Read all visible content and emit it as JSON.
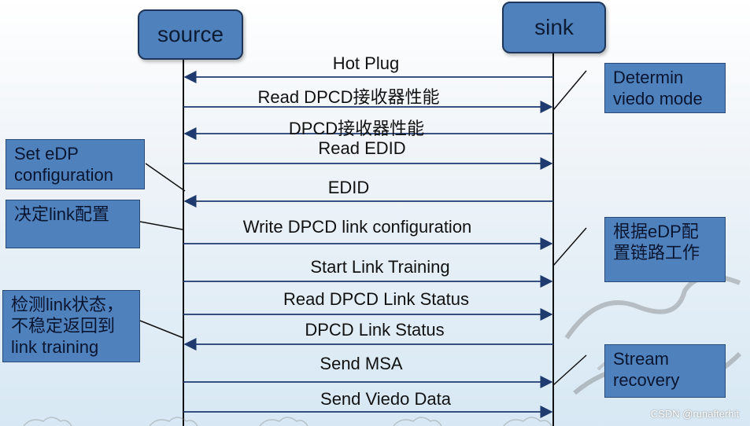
{
  "lifelines": {
    "source": "source",
    "sink": "sink"
  },
  "messages": [
    {
      "label": "Hot Plug",
      "direction": "sink-to-source"
    },
    {
      "label": "Read DPCD接收器性能",
      "direction": "source-to-sink"
    },
    {
      "label": "DPCD接收器性能",
      "direction": "sink-to-source"
    },
    {
      "label": "Read EDID",
      "direction": "source-to-sink"
    },
    {
      "label": "EDID",
      "direction": "sink-to-source"
    },
    {
      "label": "Write DPCD link configuration",
      "direction": "source-to-sink"
    },
    {
      "label": "Start Link Training",
      "direction": "source-to-sink"
    },
    {
      "label": "Read DPCD Link Status",
      "direction": "source-to-sink"
    },
    {
      "label": "DPCD Link Status",
      "direction": "sink-to-source"
    },
    {
      "label": "Send MSA",
      "direction": "source-to-sink"
    },
    {
      "label": "Send Viedo Data",
      "direction": "source-to-sink"
    }
  ],
  "notes": {
    "determine": [
      "Determin",
      "viedo mode"
    ],
    "set_edp": [
      "Set eDP",
      "configuration"
    ],
    "decide_link": [
      "决定link配置"
    ],
    "config_link": [
      "根据eDP配",
      "置链路工作"
    ],
    "check_link": [
      "检测link状态，",
      "不稳定返回到",
      "link training"
    ],
    "stream": [
      "Stream",
      "recovery"
    ]
  },
  "watermark": "CSDN @runafterhit",
  "colors": {
    "box_fill": "#4f81bd",
    "arrow": "#1f3a6e"
  }
}
